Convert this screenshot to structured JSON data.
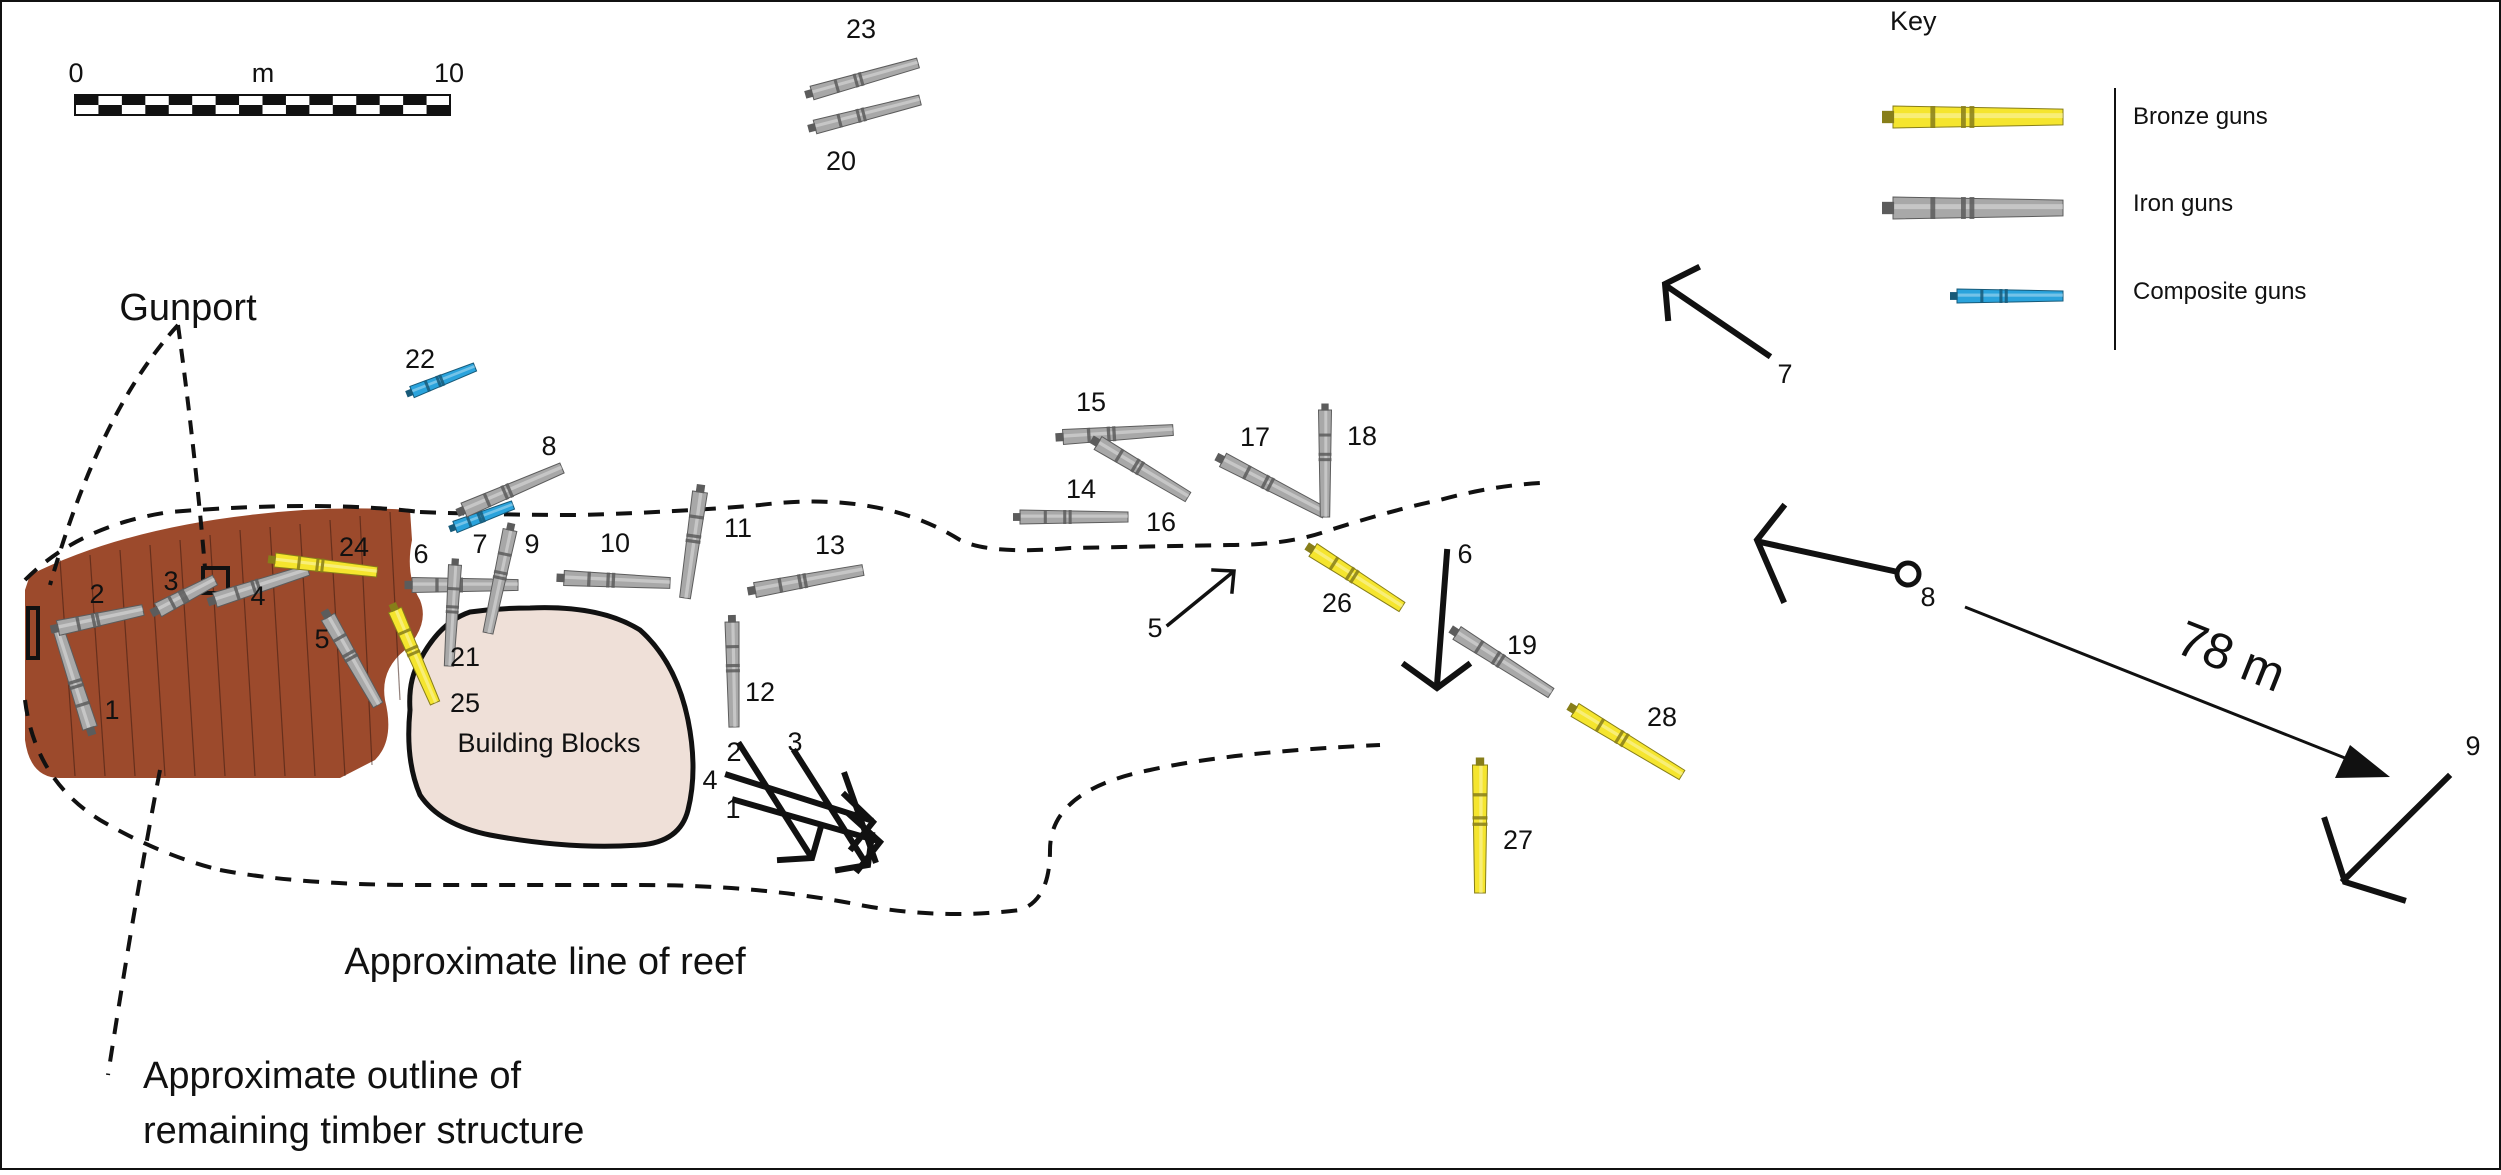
{
  "colors": {
    "bronze": "#f5e52e",
    "iron": "#a8a8a8",
    "composite": "#2aa3dc",
    "timber": "#9c4a2c",
    "blocks": "#efe0d8",
    "ink": "#111111"
  },
  "scale_bar": {
    "start": "0",
    "unit": "m",
    "end": "10"
  },
  "key": {
    "title": "Key",
    "items": [
      {
        "label": "Bronze guns",
        "type": "bronze",
        "icon": "bronze-gun-icon"
      },
      {
        "label": "Iron guns",
        "type": "iron",
        "icon": "iron-gun-icon"
      },
      {
        "label": "Composite guns",
        "type": "composite",
        "icon": "composite-gun-icon"
      }
    ]
  },
  "labels": {
    "gunport": "Gunport",
    "building_blocks": "Building Blocks",
    "reef_line": "Approximate line of reef",
    "timber_outline_line1": "Approximate outline of",
    "timber_outline_line2": "remaining timber structure",
    "distance": "78 m"
  },
  "guns": [
    {
      "id": "1",
      "type": "iron"
    },
    {
      "id": "2",
      "type": "iron"
    },
    {
      "id": "3",
      "type": "iron"
    },
    {
      "id": "4",
      "type": "iron"
    },
    {
      "id": "5",
      "type": "iron"
    },
    {
      "id": "6",
      "type": "iron"
    },
    {
      "id": "7",
      "type": "composite"
    },
    {
      "id": "8",
      "type": "iron"
    },
    {
      "id": "9",
      "type": "iron"
    },
    {
      "id": "10",
      "type": "iron"
    },
    {
      "id": "11",
      "type": "iron"
    },
    {
      "id": "12",
      "type": "iron"
    },
    {
      "id": "13",
      "type": "iron"
    },
    {
      "id": "14",
      "type": "iron"
    },
    {
      "id": "15",
      "type": "iron"
    },
    {
      "id": "16",
      "type": "iron"
    },
    {
      "id": "17",
      "type": "iron"
    },
    {
      "id": "18",
      "type": "iron"
    },
    {
      "id": "19",
      "type": "iron"
    },
    {
      "id": "20",
      "type": "iron"
    },
    {
      "id": "21",
      "type": "iron"
    },
    {
      "id": "22",
      "type": "composite"
    },
    {
      "id": "23",
      "type": "iron"
    },
    {
      "id": "24",
      "type": "bronze"
    },
    {
      "id": "25",
      "type": "bronze"
    },
    {
      "id": "26",
      "type": "bronze"
    },
    {
      "id": "27",
      "type": "bronze"
    },
    {
      "id": "28",
      "type": "bronze"
    }
  ],
  "anchors": [
    {
      "id": "1"
    },
    {
      "id": "2"
    },
    {
      "id": "3"
    },
    {
      "id": "4"
    },
    {
      "id": "5"
    },
    {
      "id": "6"
    },
    {
      "id": "7"
    },
    {
      "id": "8"
    },
    {
      "id": "9"
    }
  ]
}
